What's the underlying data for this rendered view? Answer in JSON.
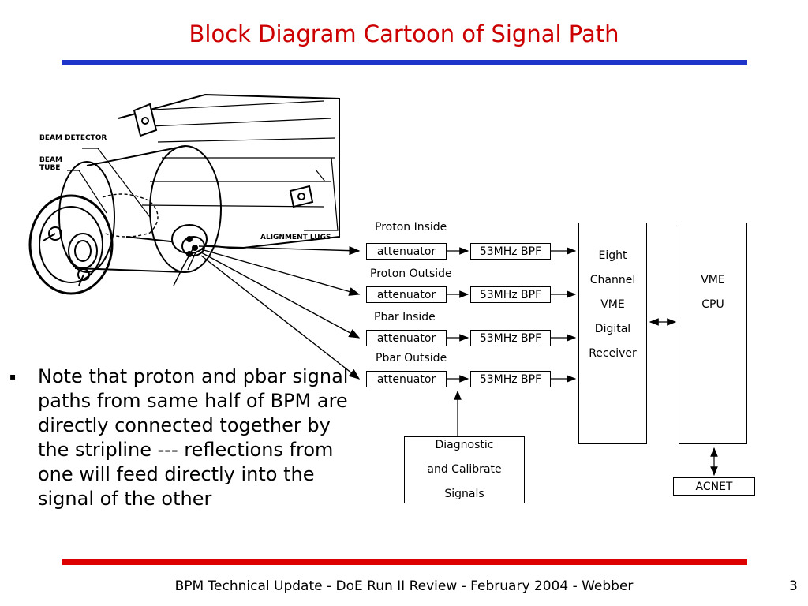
{
  "slide": {
    "title": "Block Diagram Cartoon of Signal Path",
    "footer": "BPM Technical Update - DoE Run II Review - February 2004 - Webber",
    "slide_number": "3",
    "colors": {
      "title": "#cc0000",
      "top_rule": "#1f35c9",
      "bottom_rule": "#dd0000"
    }
  },
  "bullet": {
    "marker": "▪",
    "text": "Note that proton and pbar signal paths from same half of BPM are directly connected together by the stripline --- reflections from one will feed directly into the signal of the other"
  },
  "drawing": {
    "callouts": [
      "BEAM DETECTOR",
      "BEAM TUBE",
      "ALIGNMENT LUGS"
    ]
  },
  "diagram": {
    "channels": [
      {
        "label": "Proton Inside",
        "attenuator": "attenuator",
        "filter": "53MHz BPF"
      },
      {
        "label": "Proton Outside",
        "attenuator": "attenuator",
        "filter": "53MHz BPF"
      },
      {
        "label": "Pbar Inside",
        "attenuator": "attenuator",
        "filter": "53MHz BPF"
      },
      {
        "label": "Pbar Outside",
        "attenuator": "attenuator",
        "filter": "53MHz BPF"
      }
    ],
    "receiver": [
      "Eight",
      "Channel",
      "VME",
      "Digital",
      "Receiver"
    ],
    "cpu": [
      "VME",
      "CPU"
    ],
    "diagnostic": [
      "Diagnostic",
      "and Calibrate",
      "Signals"
    ],
    "acnet": "ACNET"
  }
}
